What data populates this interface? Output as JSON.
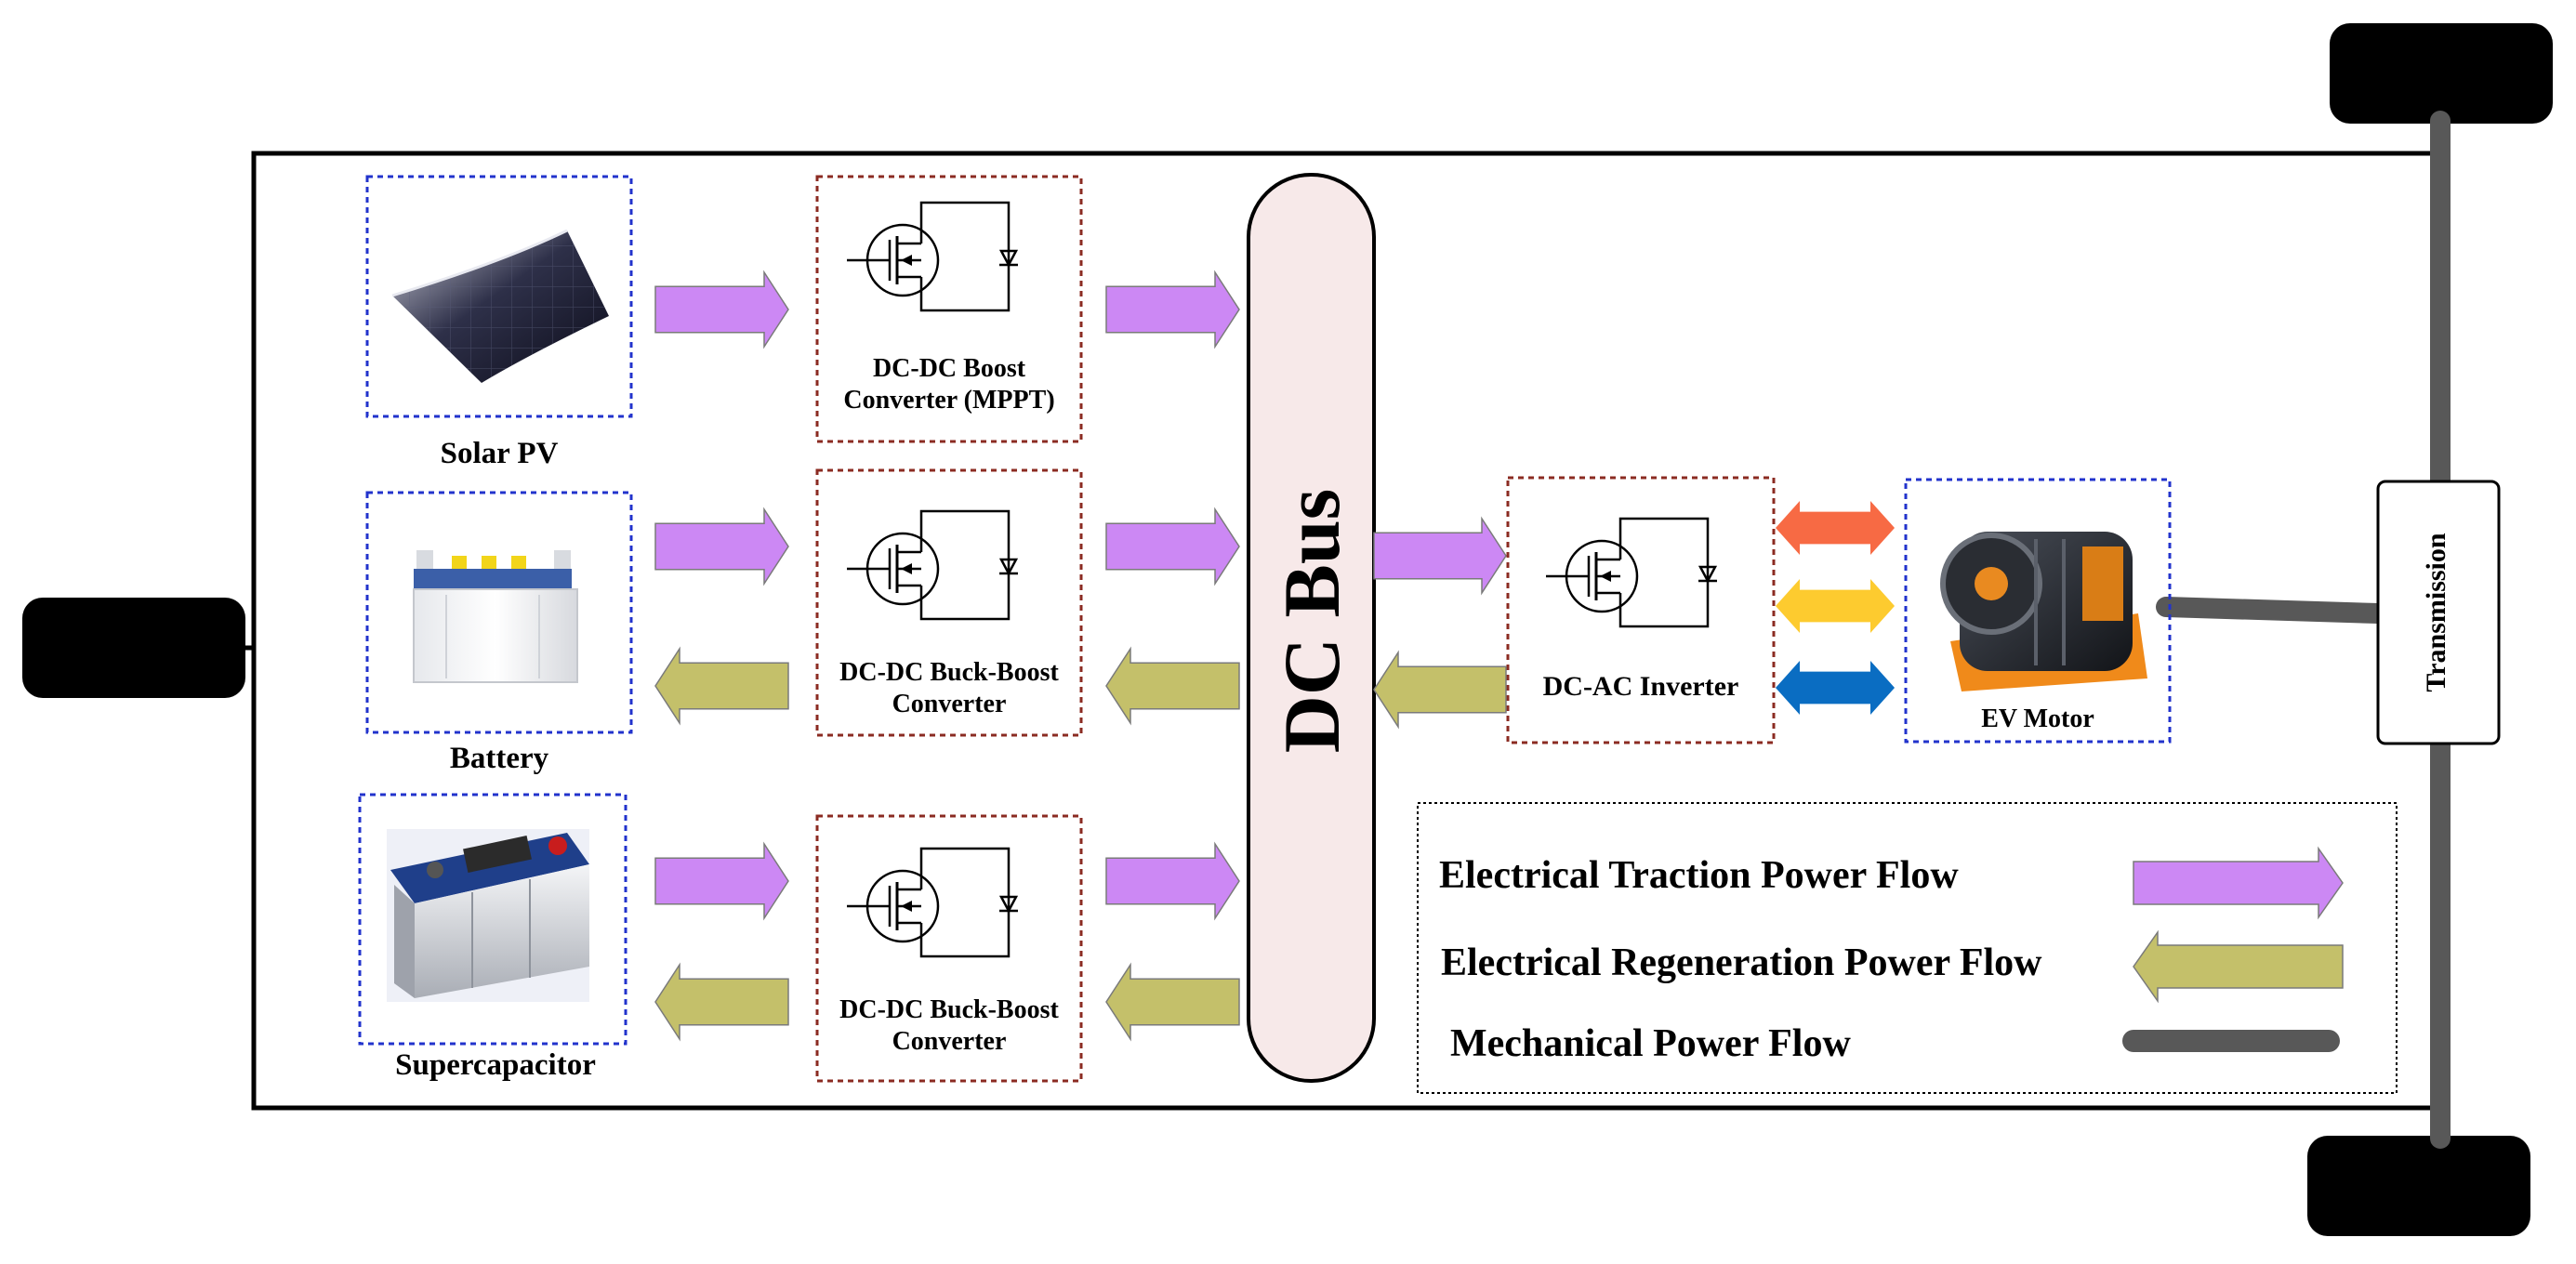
{
  "labels": {
    "solar_pv": "Solar PV",
    "battery": "Battery",
    "supercapacitor": "Supercapacitor",
    "boost_converter": [
      "DC-DC Boost",
      "Converter (MPPT)"
    ],
    "buck_boost_battery": [
      "DC-DC Buck-Boost",
      "Converter"
    ],
    "buck_boost_supercap": [
      "DC-DC Buck-Boost",
      "Converter"
    ],
    "dc_bus": "DC Bus",
    "inverter": "DC-AC Inverter",
    "ev_motor": "EV Motor",
    "transmission": "Transmission"
  },
  "legend": {
    "traction": "Electrical Traction Power Flow",
    "regeneration": "Electrical Regeneration Power Flow",
    "mechanical": "Mechanical Power Flow"
  },
  "colors": {
    "traction": "#cc88f4",
    "regeneration": "#c4c06a",
    "mechanical": "#585858",
    "phase_a": "#f76a44",
    "phase_b": "#fdcb2f",
    "phase_c": "#0a6dc2",
    "source_border": "#2233cc",
    "converter_border": "#8b2b22",
    "dc_bus_fill": "#f7e9e9"
  },
  "icons": {
    "solar_pv": "solar-panel-icon",
    "battery": "battery-icon",
    "supercapacitor": "supercapacitor-icon",
    "converters": "mosfet-switch-icon",
    "ev_motor": "electric-motor-icon",
    "wheels": "wheel-icon"
  }
}
